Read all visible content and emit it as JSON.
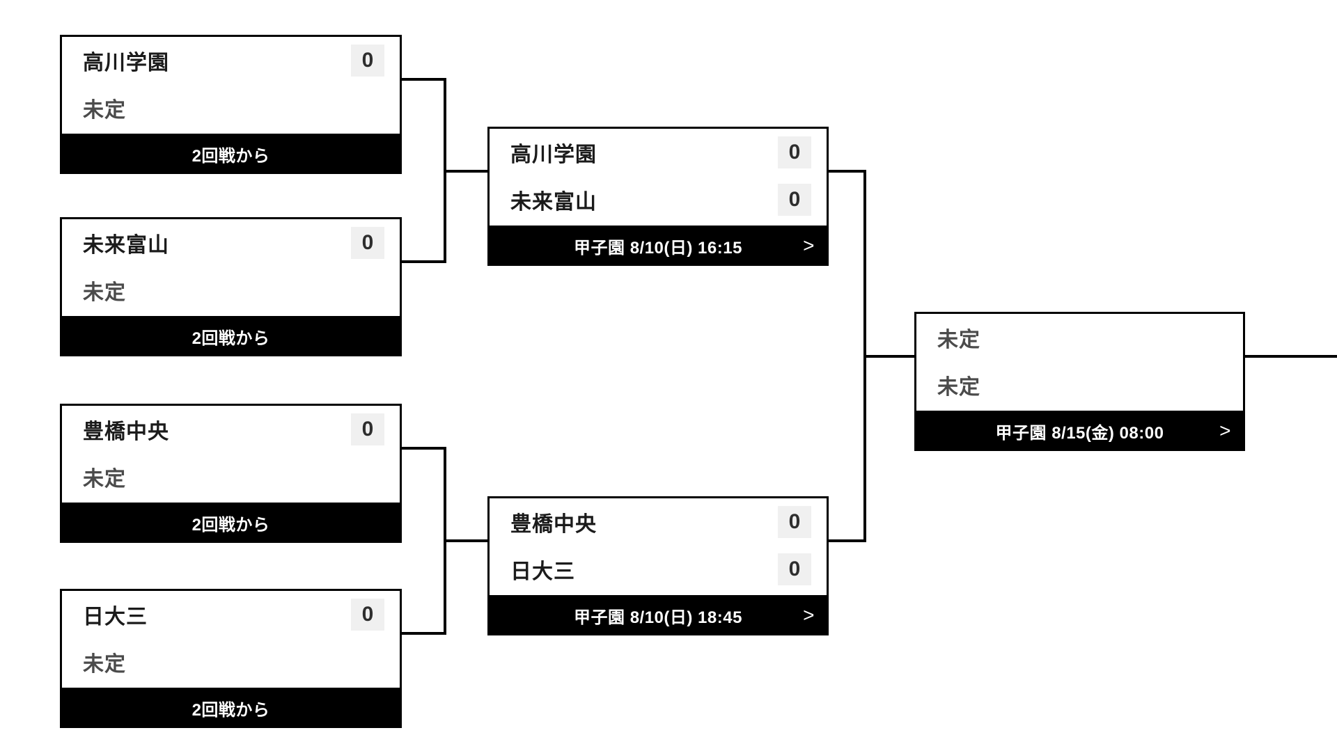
{
  "bracket": {
    "round1": [
      {
        "team1": "高川学園",
        "score1": "0",
        "team2": "未定",
        "footer": "2回戦から"
      },
      {
        "team1": "未来富山",
        "score1": "0",
        "team2": "未定",
        "footer": "2回戦から"
      },
      {
        "team1": "豊橋中央",
        "score1": "0",
        "team2": "未定",
        "footer": "2回戦から"
      },
      {
        "team1": "日大三",
        "score1": "0",
        "team2": "未定",
        "footer": "2回戦から"
      }
    ],
    "round2": [
      {
        "team1": "高川学園",
        "score1": "0",
        "team2": "未来富山",
        "score2": "0",
        "footer": "甲子園 8/10(日) 16:15",
        "chevron": ">"
      },
      {
        "team1": "豊橋中央",
        "score1": "0",
        "team2": "日大三",
        "score2": "0",
        "footer": "甲子園 8/10(日) 18:45",
        "chevron": ">"
      }
    ],
    "round3": [
      {
        "team1": "未定",
        "team2": "未定",
        "footer": "甲子園 8/15(金) 08:00",
        "chevron": ">"
      }
    ],
    "colors": {
      "line": "#000000",
      "footer_bg": "#000000",
      "footer_text": "#ffffff",
      "score_badge_bg": "#f0f0f0",
      "team_text": "#1b1b1b",
      "tbd_text": "#4b4b4b"
    }
  }
}
